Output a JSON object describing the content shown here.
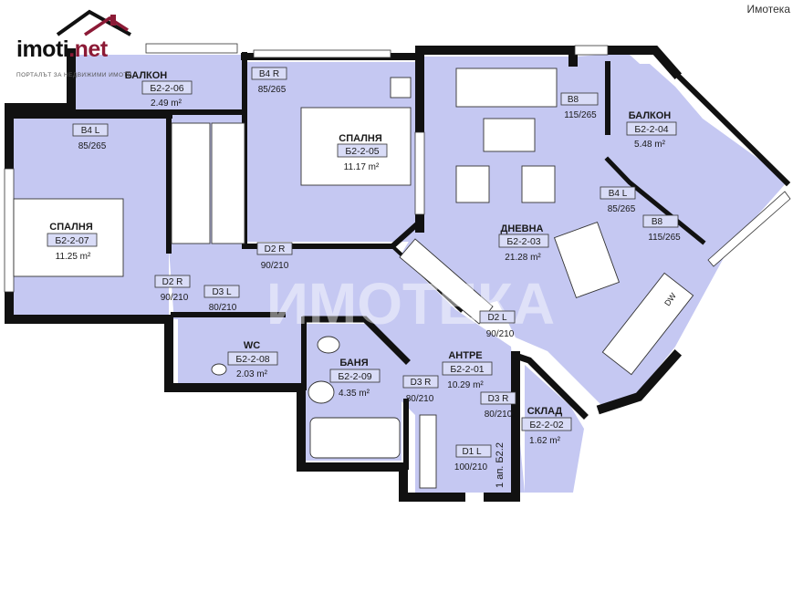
{
  "header": {
    "brand_top_right": "Имотека",
    "logo_text_main": "imoti",
    "logo_text_dot": ".net",
    "logo_tagline": "ПОРТАЛЪТ ЗА НЕДВИЖИМИ ИМОТИ"
  },
  "watermark": "ИМОТЕКА",
  "rooms": [
    {
      "id": "balcony_06",
      "name": "БАЛКОН",
      "code": "Б2-2-06",
      "area": "2.49 m²"
    },
    {
      "id": "bedroom_05",
      "name": "СПАЛНЯ",
      "code": "Б2-2-05",
      "area": "11.17 m²"
    },
    {
      "id": "bedroom_07",
      "name": "СПАЛНЯ",
      "code": "Б2-2-07",
      "area": "11.25 m²"
    },
    {
      "id": "living_03",
      "name": "ДНЕВНА",
      "code": "Б2-2-03",
      "area": "21.28 m²"
    },
    {
      "id": "balcony_04",
      "name": "БАЛКОН",
      "code": "Б2-2-04",
      "area": "5.48 m²"
    },
    {
      "id": "wc_08",
      "name": "WC",
      "code": "Б2-2-08",
      "area": "2.03 m²"
    },
    {
      "id": "bath_09",
      "name": "БАНЯ",
      "code": "Б2-2-09",
      "area": "4.35 m²"
    },
    {
      "id": "hall_01",
      "name": "АНТРЕ",
      "code": "Б2-2-01",
      "area": "10.29 m²"
    },
    {
      "id": "storage_02",
      "name": "СКЛАД",
      "code": "Б2-2-02",
      "area": "1.62 m²"
    }
  ],
  "doors": [
    {
      "id": "b4r",
      "label": "B4 R",
      "size": "85/265"
    },
    {
      "id": "b4l_left",
      "label": "B4 L",
      "size": "85/265"
    },
    {
      "id": "b8_top",
      "label": "B8",
      "size": "115/265"
    },
    {
      "id": "b4l_right",
      "label": "B4 L",
      "size": "85/265"
    },
    {
      "id": "b8_right",
      "label": "B8",
      "size": "115/265"
    },
    {
      "id": "d2r_bed05",
      "label": "D2 R",
      "size": "90/210"
    },
    {
      "id": "d2r_bed07",
      "label": "D2 R",
      "size": "90/210"
    },
    {
      "id": "d3l_wc",
      "label": "D3 L",
      "size": "80/210"
    },
    {
      "id": "d2l_living",
      "label": "D2 L",
      "size": "90/210"
    },
    {
      "id": "d3r_bath",
      "label": "D3 R",
      "size": "80/210"
    },
    {
      "id": "d3r_storage",
      "label": "D3 R",
      "size": "80/210"
    },
    {
      "id": "d1l_entry",
      "label": "D1 L",
      "size": "100/210"
    }
  ],
  "apartment_label": "1 ап. Б2.2",
  "fixtures": {
    "dishwasher": "DW"
  },
  "colors": {
    "room_fill": "#c5c8f2",
    "wall": "#111111",
    "accent": "#8c1a36"
  }
}
